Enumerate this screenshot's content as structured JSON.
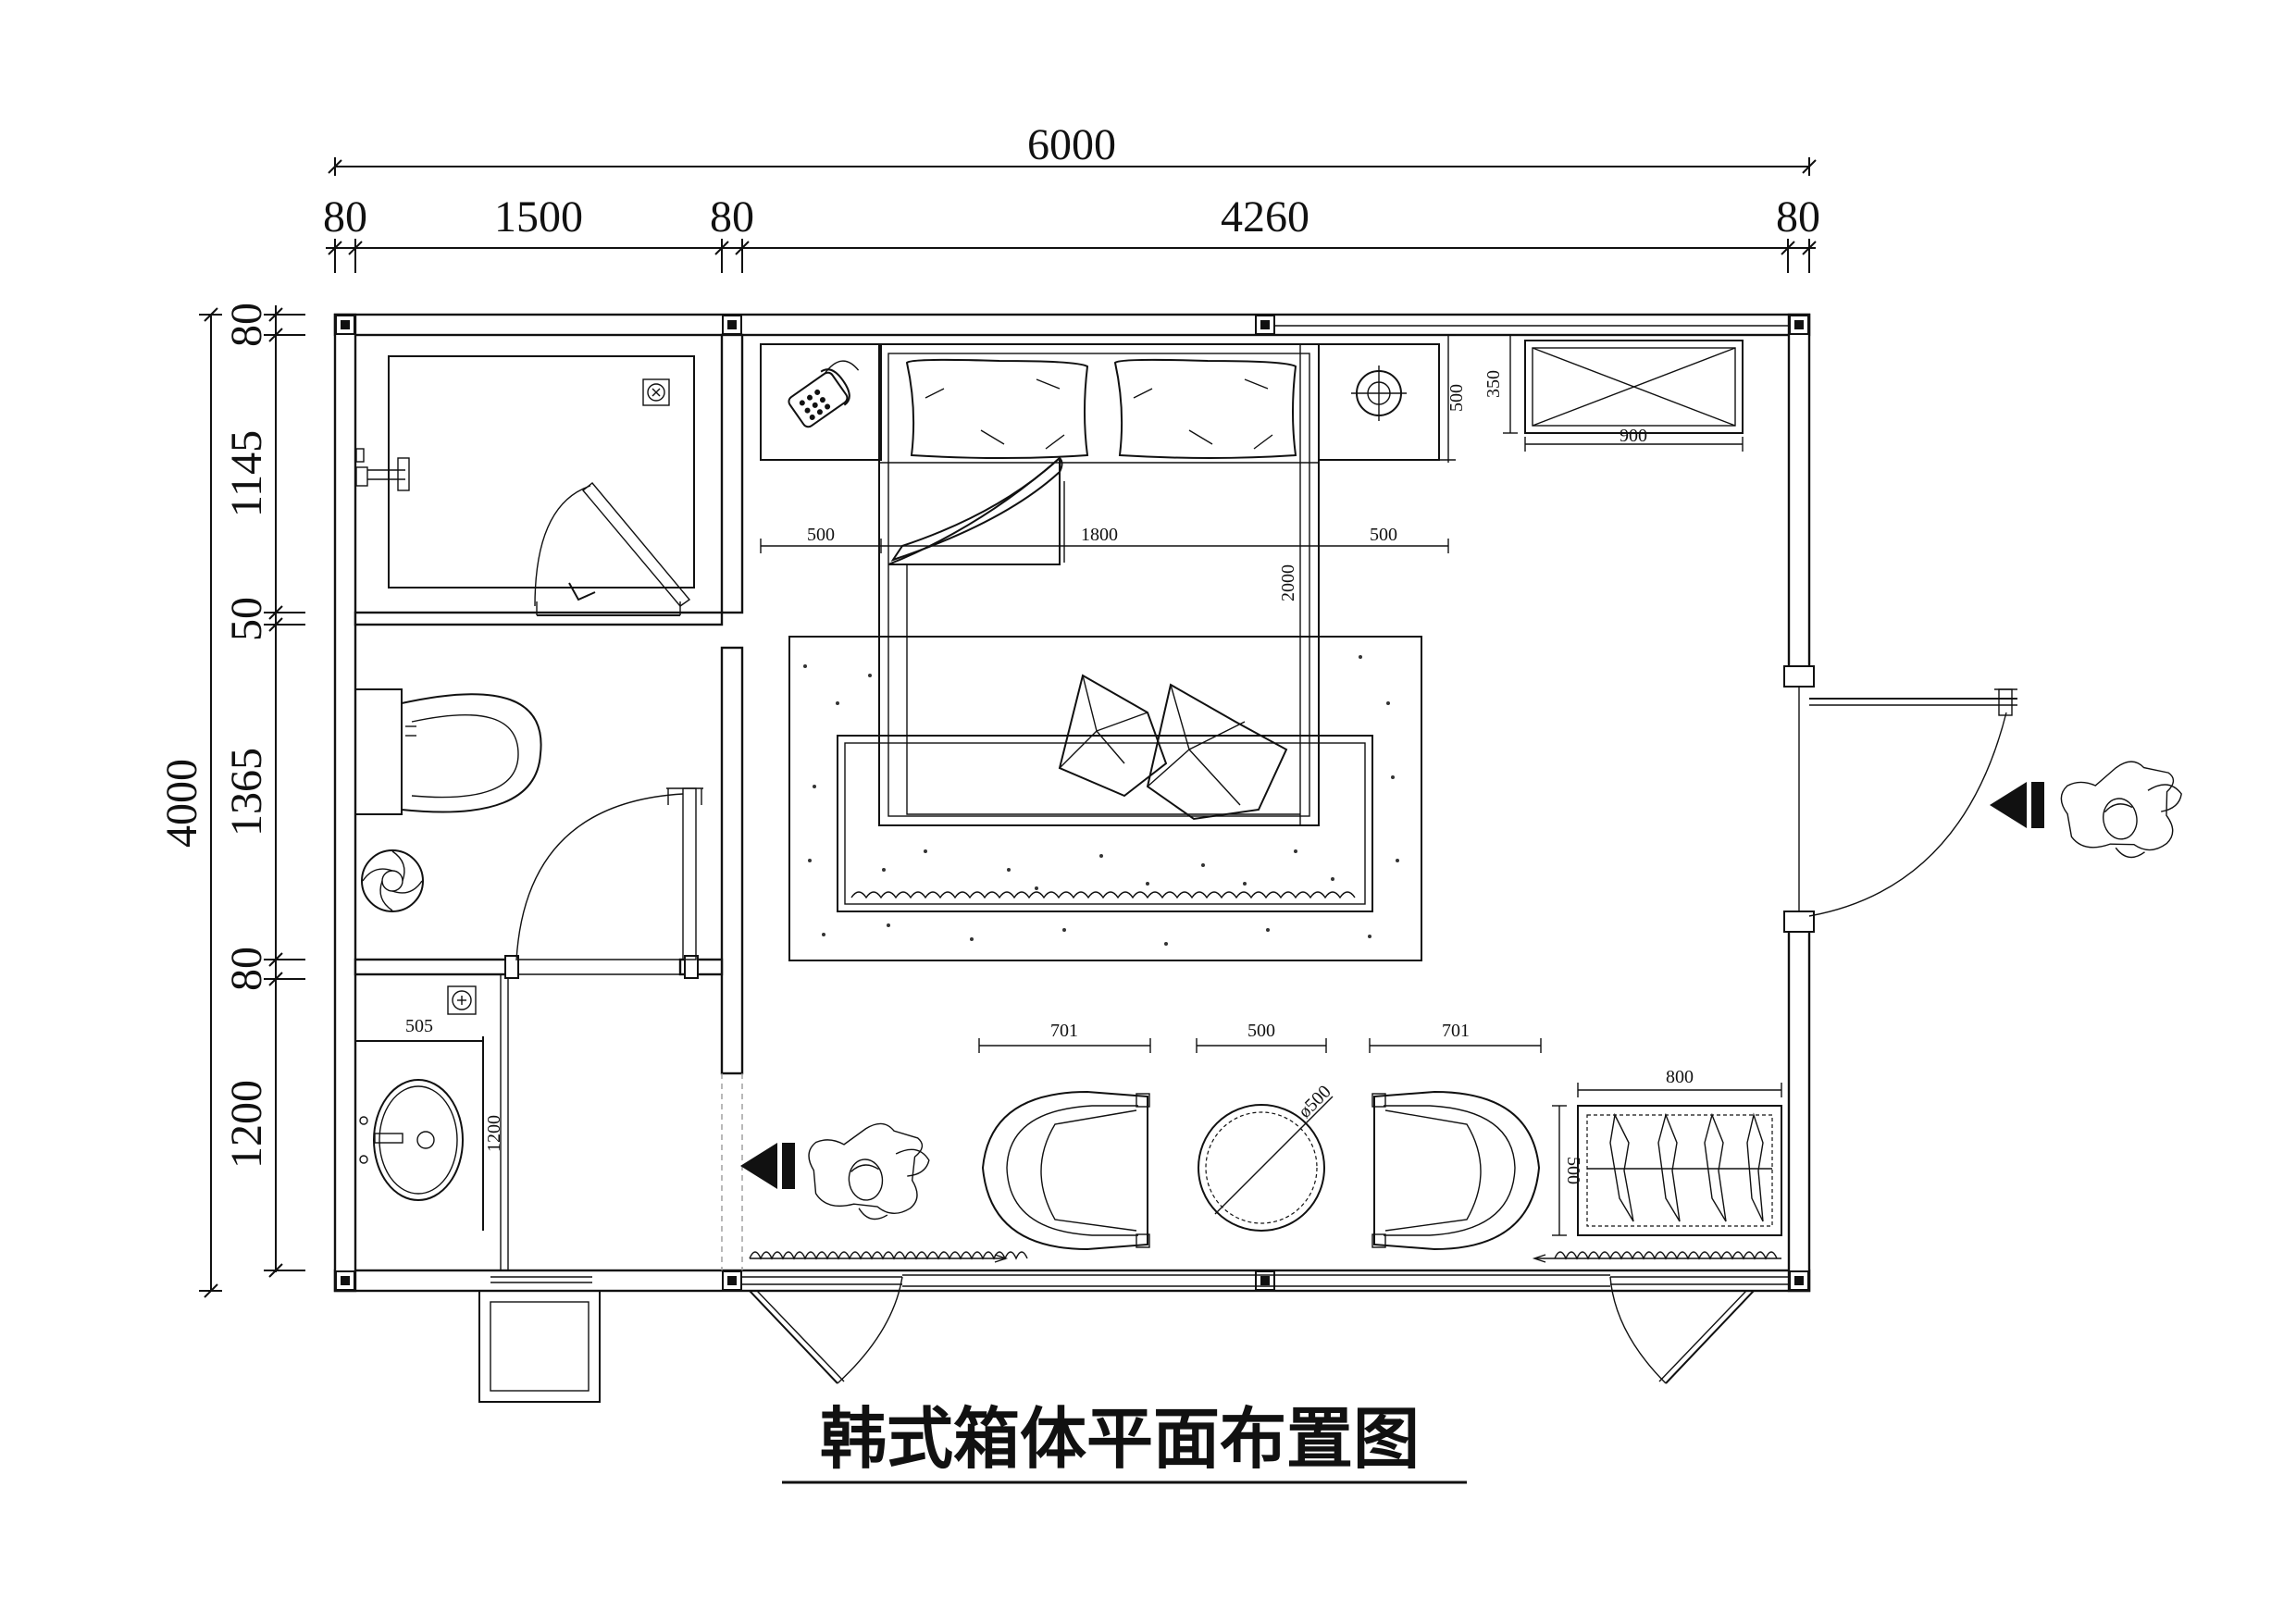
{
  "title": "韩式箱体平面布置图",
  "dims": {
    "total_width": "6000",
    "top": [
      "80",
      "1500",
      "80",
      "4260",
      "80"
    ],
    "total_height": "4000",
    "left": [
      "80",
      "1145",
      "50",
      "1365",
      "80",
      "1200"
    ]
  },
  "furniture": {
    "bed_dim_left": "500",
    "bed_dim_center": "1800",
    "bed_dim_right": "500",
    "bed_length": "2000",
    "nightstand_depth": "500",
    "cabinet_depth": "350",
    "cabinet_width": "900",
    "chair_left_width": "701",
    "table_width": "500",
    "chair_right_width": "701",
    "table_diameter": "ø500",
    "wardrobe_width": "800",
    "wardrobe_depth": "500",
    "basin_width": "505",
    "basin_length": "1200"
  }
}
